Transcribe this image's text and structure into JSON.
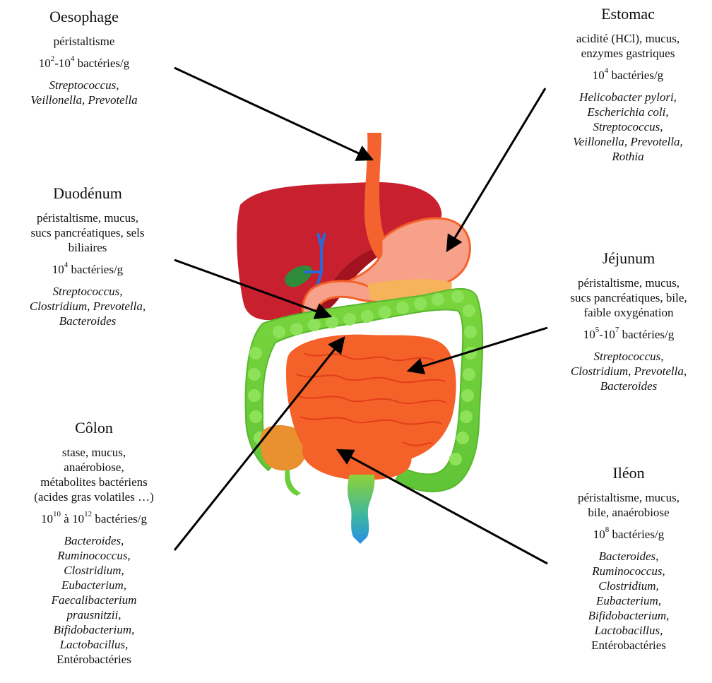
{
  "organs": {
    "oesophage": {
      "title": "Oesophage",
      "conditions": [
        "péristaltisme"
      ],
      "bacteria_prefix": "10",
      "bacteria_exp1": "2",
      "bacteria_mid": "-10",
      "bacteria_exp2": "4",
      "bacteria_suffix": " bactéries/g",
      "genera": [
        "Streptococcus,",
        "Veillonella, Prevotella"
      ]
    },
    "estomac": {
      "title": "Estomac",
      "conditions": [
        "acidité (HCl), mucus,",
        "enzymes gastriques"
      ],
      "bacteria_prefix": "10",
      "bacteria_exp1": "4",
      "bacteria_suffix": " bactéries/g",
      "genera": [
        "Helicobacter pylori,",
        "Escherichia coli,",
        "Streptococcus,",
        "Veillonella,  Prevotella,",
        "Rothia"
      ]
    },
    "duodenum": {
      "title": "Duodénum",
      "conditions": [
        "péristaltisme, mucus,",
        "sucs pancréatiques, sels",
        "biliaires"
      ],
      "bacteria_prefix": "10",
      "bacteria_exp1": "4",
      "bacteria_suffix": " bactéries/g",
      "genera": [
        "Streptococcus,",
        "Clostridium, Prevotella,",
        "Bacteroides"
      ]
    },
    "jejunum": {
      "title": "Jéjunum",
      "conditions": [
        "péristaltisme, mucus,",
        "sucs pancréatiques, bile,",
        "faible oxygénation"
      ],
      "bacteria_prefix": "10",
      "bacteria_exp1": "5",
      "bacteria_mid": "-10",
      "bacteria_exp2": "7",
      "bacteria_suffix": " bactéries/g",
      "genera": [
        "Streptococcus,",
        "Clostridium,  Prevotella,",
        "Bacteroides"
      ]
    },
    "colon": {
      "title": "Côlon",
      "conditions": [
        "stase, mucus,",
        "anaérobiose,",
        "métabolites bactériens",
        "(acides gras volatiles …)"
      ],
      "bacteria_prefix": "10",
      "bacteria_exp1": "10",
      "bacteria_mid": " à 10",
      "bacteria_exp2": "12",
      "bacteria_suffix": " bactéries/g",
      "genera": [
        "Bacteroides,",
        "Ruminococcus,",
        "Clostridium,",
        "Eubacterium,",
        "Faecalibacterium",
        "prausnitzii,",
        "Bifidobacterium,",
        "Lactobacillus,"
      ],
      "last_line": "Entérobactéries"
    },
    "ileon": {
      "title": "Iléon",
      "conditions": [
        "péristaltisme, mucus,",
        "bile, anaérobiose"
      ],
      "bacteria_prefix": "10",
      "bacteria_exp1": "8",
      "bacteria_suffix": " bactéries/g",
      "genera": [
        "Bacteroides,",
        "Ruminococcus,",
        "Clostridium,",
        "Eubacterium,",
        "Bifidobacterium,",
        "Lactobacillus,"
      ],
      "last_line": "Entérobactéries"
    }
  },
  "colors": {
    "liver": "#c8202e",
    "esophagus": "#f4622f",
    "stomach": "#f7a08a",
    "small_intestine": "#f4622a",
    "colon": "#6ccf3a",
    "gallbladder": "#2e8b3a",
    "bile_duct": "#2a6ad8",
    "rectum": "#2aa8e0",
    "arrow": "#000000"
  }
}
